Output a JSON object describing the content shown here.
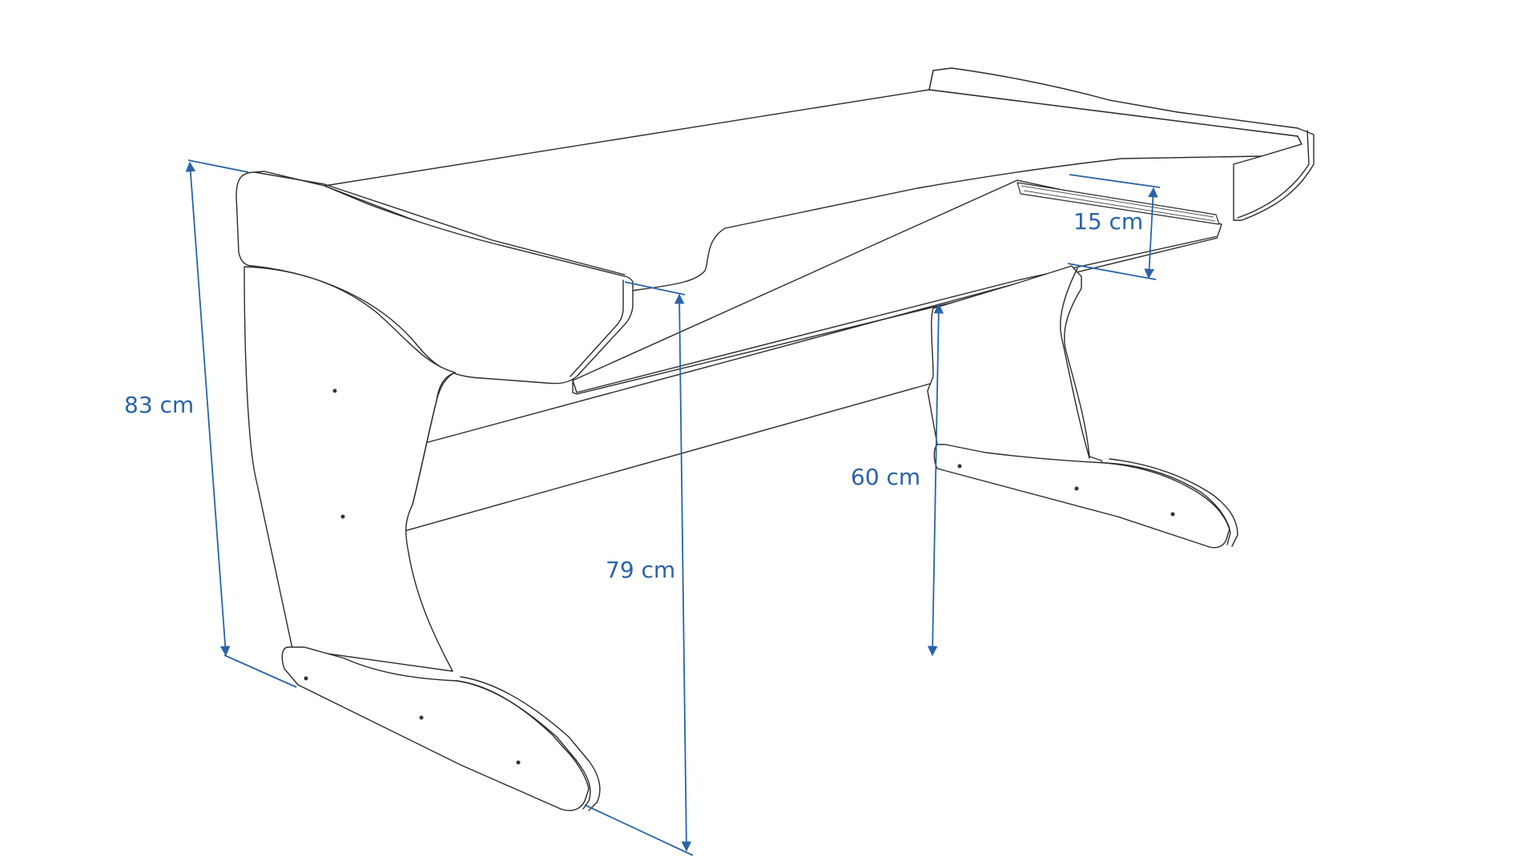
{
  "figure": {
    "subject": "desk",
    "dimensions": [
      {
        "id": "total-height",
        "label": "83 cm"
      },
      {
        "id": "keyboard-shelf-height",
        "label": "79 cm"
      },
      {
        "id": "legroom-height",
        "label": "60 cm"
      },
      {
        "id": "shelf-depth-offset",
        "label": "15 cm"
      }
    ],
    "colors": {
      "dimension": "#2a63a8",
      "outline": "#2b2b2b",
      "background": "#ffffff"
    }
  }
}
